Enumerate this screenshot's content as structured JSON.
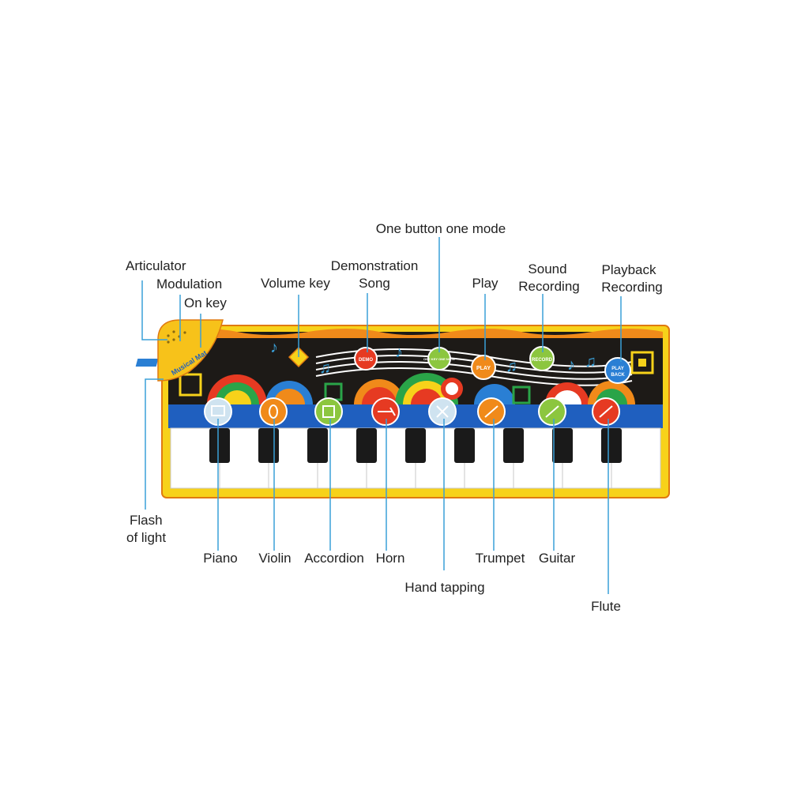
{
  "labels": {
    "articulator": "Articulator",
    "modulation": "Modulation",
    "on_key": "On key",
    "volume_key": "Volume key",
    "demonstration_song_line1": "Demonstration",
    "demonstration_song_line2": "Song",
    "one_button_one_mode": "One button one mode",
    "play": "Play",
    "sound_recording_line1": "Sound",
    "sound_recording_line2": "Recording",
    "playback_recording_line1": "Playback",
    "playback_recording_line2": "Recording",
    "flash_of_light_line1": "Flash",
    "flash_of_light_line2": "of light",
    "piano": "Piano",
    "violin": "Violin",
    "accordion": "Accordion",
    "horn": "Horn",
    "hand_tapping": "Hand tapping",
    "trumpet": "Trumpet",
    "guitar": "Guitar",
    "flute": "Flute"
  },
  "mat": {
    "brand": "Musical Mat",
    "buttons": {
      "demo": "DEMO",
      "one_key": "ONE KEY ONE NOTE",
      "play": "PLAY",
      "record": "RECORD",
      "playback_line1": "PLAY",
      "playback_line2": "BACK"
    },
    "colors": {
      "frame": "#f7d21a",
      "frame_dark": "#e07a10",
      "panel": "#1d1a17",
      "band": "#1f5fbf",
      "white_key": "#ffffff",
      "black_key": "#1a1a1a",
      "line": "#3aa0d8"
    }
  }
}
